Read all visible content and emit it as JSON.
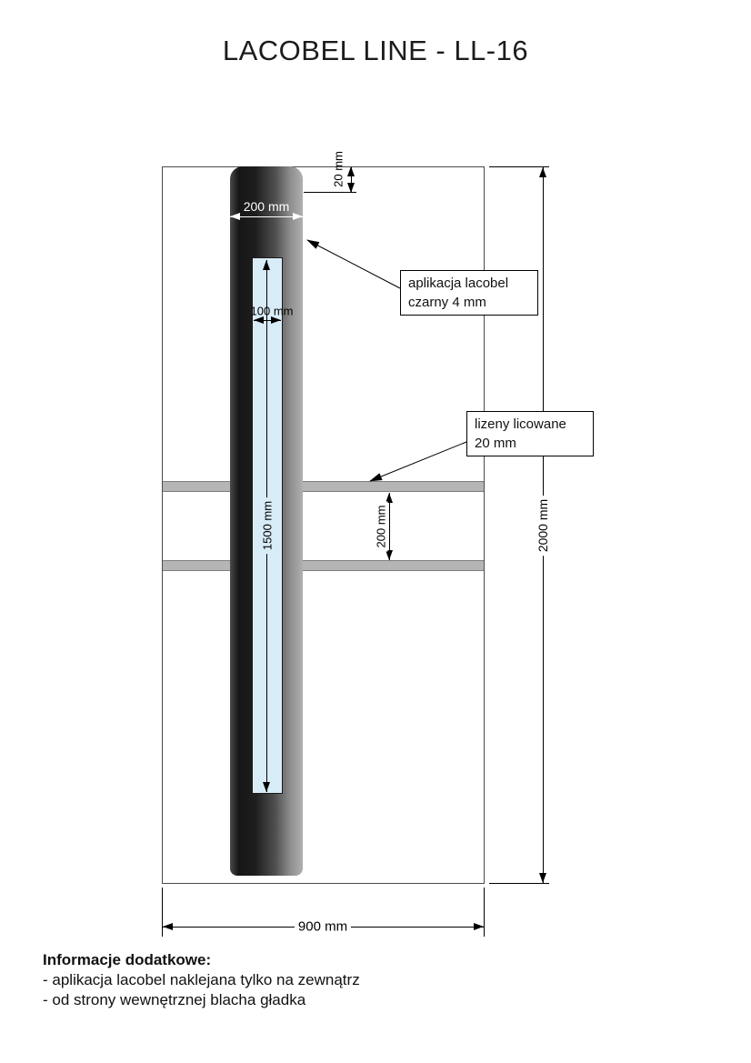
{
  "title": "LACOBEL LINE - LL-16",
  "drawing": {
    "dim_strip_width": "200 mm",
    "dim_top_offset": "20 mm",
    "dim_glass_width": "100 mm",
    "dim_glass_height": "1500 mm",
    "dim_band_gap": "200 mm",
    "dim_panel_height": "2000 mm",
    "dim_panel_width": "900 mm"
  },
  "callout_lacobel": {
    "line1": "aplikacja lacobel",
    "line2": "czarny 4 mm"
  },
  "callout_lizeny": {
    "line1": "lizeny licowane",
    "line2": "20 mm"
  },
  "notes": {
    "heading": "Informacje dodatkowe:",
    "item1": "- aplikacja lacobel naklejana tylko na zewnątrz",
    "item2": "- od strony wewnętrznej blacha gładka"
  },
  "colors": {
    "glass_blue": "#d8ecf8",
    "band_gray": "#b5b5b5",
    "strip_dark": "#161616",
    "outline": "#4a4a4a"
  }
}
